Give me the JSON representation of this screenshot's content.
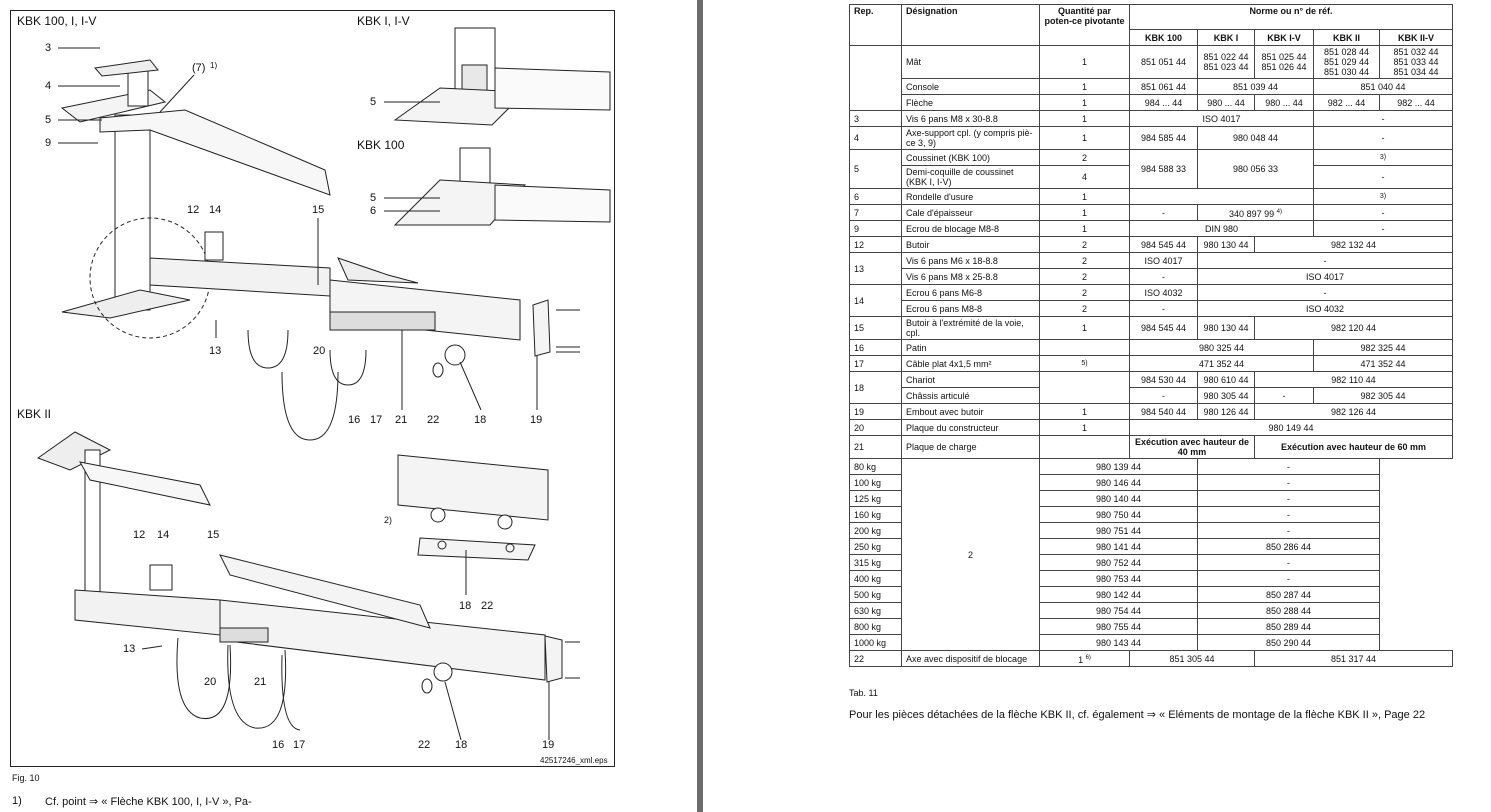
{
  "left": {
    "labels": {
      "kbk100_i_iv": "KBK 100, I, I-V",
      "kbk_i_iv": "KBK I, I-V",
      "kbk100": "KBK 100",
      "kbk2": "KBK II"
    },
    "callouts": [
      "3",
      "4",
      "5",
      "9",
      "(7)",
      "1)",
      "5",
      "5",
      "6",
      "12",
      "14",
      "15",
      "13",
      "20",
      "16",
      "17",
      "21",
      "22",
      "18",
      "19",
      "12",
      "14",
      "15",
      "2)",
      "18",
      "22",
      "13",
      "20",
      "21",
      "16",
      "17",
      "22",
      "18",
      "19"
    ],
    "drawing_id": "42517246_xml.eps",
    "fig_caption": "Fig. 10",
    "footnote_num": "1)",
    "footnote_text": "Cf. point ⇒ « Flèche KBK 100, I, I-V », Pa-"
  },
  "right": {
    "table": {
      "h_rep": "Rep.",
      "h_designation": "Désignation",
      "h_qty": "Quantité par poten-ce pivotante",
      "h_norme": "Norme ou n° de réf.",
      "sub": [
        "KBK 100",
        "KBK I",
        "KBK I-V",
        "KBK II",
        "KBK II-V"
      ],
      "mat": {
        "d": "Mât",
        "q": "1",
        "k100": "851 051 44",
        "k1": "851 022 44\n851 023 44",
        "k1v": "851 025 44\n851 026 44",
        "k2": "851 028 44\n851 029 44\n851 030 44",
        "k2v": "851 032 44\n851 033 44\n851 034 44"
      },
      "console": {
        "d": "Console",
        "q": "1",
        "k100": "851 061 44",
        "k1": "851 039 44",
        "k2": "851 040 44"
      },
      "fleche": {
        "d": "Flèche",
        "q": "1",
        "k100": "984 ... 44",
        "k1": "980 ... 44",
        "k1v": "980 ... 44",
        "k2": "982 ... 44",
        "k2v": "982 ... 44"
      },
      "r3": {
        "r": "3",
        "d": "Vis 6 pans M8 x 30-8.8",
        "q": "1",
        "a": "ISO 4017",
        "b": "-"
      },
      "r4": {
        "r": "4",
        "d": "Axe-support cpl. (y compris piè-ce 3, 9)",
        "q": "1",
        "a": "984 585 44",
        "b": "980 048 44",
        "c": "-"
      },
      "r5": {
        "r": "5",
        "d1": "Coussinet (KBK 100)",
        "q1": "2",
        "d2": "Demi-coquille de coussinet (KBK I, I-V)",
        "q2": "4",
        "a": "984 588 33",
        "b": "980 056 33",
        "c1": "3)",
        "c2": "-"
      },
      "r6": {
        "r": "6",
        "d": "Rondelle d'usure",
        "q": "1",
        "c": "3)"
      },
      "r7": {
        "r": "7",
        "d": "Cale d'épaisseur",
        "q": "1",
        "a": "-",
        "b": "340 897 99",
        "bs": "4)",
        "c": "-"
      },
      "r9": {
        "r": "9",
        "d": "Ecrou de blocage M8-8",
        "q": "1",
        "a": "DIN 980",
        "b": "-"
      },
      "r12": {
        "r": "12",
        "d": "Butoir",
        "q": "2",
        "a": "984 545 44",
        "b": "980 130 44",
        "c": "982 132 44"
      },
      "r13": {
        "r": "13",
        "d1": "Vis 6 pans M6 x 18-8.8",
        "q1": "2",
        "a1": "ISO 4017",
        "b1": "-",
        "d2": "Vis 6 pans M8 x 25-8.8",
        "q2": "2",
        "a2": "-",
        "b2": "ISO 4017"
      },
      "r14": {
        "r": "14",
        "d1": "Ecrou 6 pans M6-8",
        "q1": "2",
        "a1": "ISO 4032",
        "b1": "-",
        "d2": "Ecrou 6 pans M8-8",
        "q2": "2",
        "a2": "-",
        "b2": "ISO 4032"
      },
      "r15": {
        "r": "15",
        "d": "Butoir à l'extrémité de la voie, cpl.",
        "q": "1",
        "a": "984 545 44",
        "b": "980 130 44",
        "c": "982 120 44"
      },
      "r16": {
        "r": "16",
        "d": "Patin",
        "q": "",
        "a": "980 325 44",
        "c": "982 325 44"
      },
      "r17": {
        "r": "17",
        "d": "Câble plat 4x1,5 mm²",
        "q": "5)",
        "a": "471 352 44",
        "c": "471 352 44"
      },
      "r18": {
        "r": "18",
        "d1": "Chariot",
        "a1": "984 530 44",
        "b1": "980 610 44",
        "c1": "982 110 44",
        "d2": "Châssis articulé",
        "a2": "-",
        "b2": "980 305 44",
        "x2": "-",
        "c2": "982 305 44"
      },
      "r19": {
        "r": "19",
        "d": "Embout avec butoir",
        "q": "1",
        "a": "984 540 44",
        "b": "980 126 44",
        "c": "982 126 44"
      },
      "r20": {
        "r": "20",
        "d": "Plaque du constructeur",
        "q": "1",
        "a": "980 149 44"
      },
      "r21": {
        "r": "21",
        "d": "Plaque de charge",
        "q": "2",
        "h40": "Exécution avec hauteur de 40 mm",
        "h60": "Exécution avec hauteur de 60 mm",
        "rows": [
          {
            "kg": "80 kg",
            "a": "980 139 44",
            "b": "-"
          },
          {
            "kg": "100 kg",
            "a": "980 146 44",
            "b": "-"
          },
          {
            "kg": "125 kg",
            "a": "980 140 44",
            "b": "-"
          },
          {
            "kg": "160 kg",
            "a": "980 750 44",
            "b": "-"
          },
          {
            "kg": "200 kg",
            "a": "980 751 44",
            "b": "-"
          },
          {
            "kg": "250 kg",
            "a": "980 141 44",
            "b": "850 286 44"
          },
          {
            "kg": "315 kg",
            "a": "980 752 44",
            "b": "-"
          },
          {
            "kg": "400 kg",
            "a": "980 753 44",
            "b": "-"
          },
          {
            "kg": "500 kg",
            "a": "980 142 44",
            "b": "850 287 44"
          },
          {
            "kg": "630 kg",
            "a": "980 754 44",
            "b": "850 288 44"
          },
          {
            "kg": "800 kg",
            "a": "980 755 44",
            "b": "850 289 44"
          },
          {
            "kg": "1000 kg",
            "a": "980 143 44",
            "b": "850 290 44"
          }
        ]
      },
      "r22": {
        "r": "22",
        "d": "Axe avec dispositif de blocage",
        "q": "1",
        "qs": "6)",
        "a": "851 305 44",
        "c": "851 317 44"
      }
    },
    "tab_caption": "Tab. 11",
    "note": "Pour les pièces détachées de la flèche KBK II, cf. également ⇒ « Eléments de montage de la flèche KBK II », Page 22"
  }
}
